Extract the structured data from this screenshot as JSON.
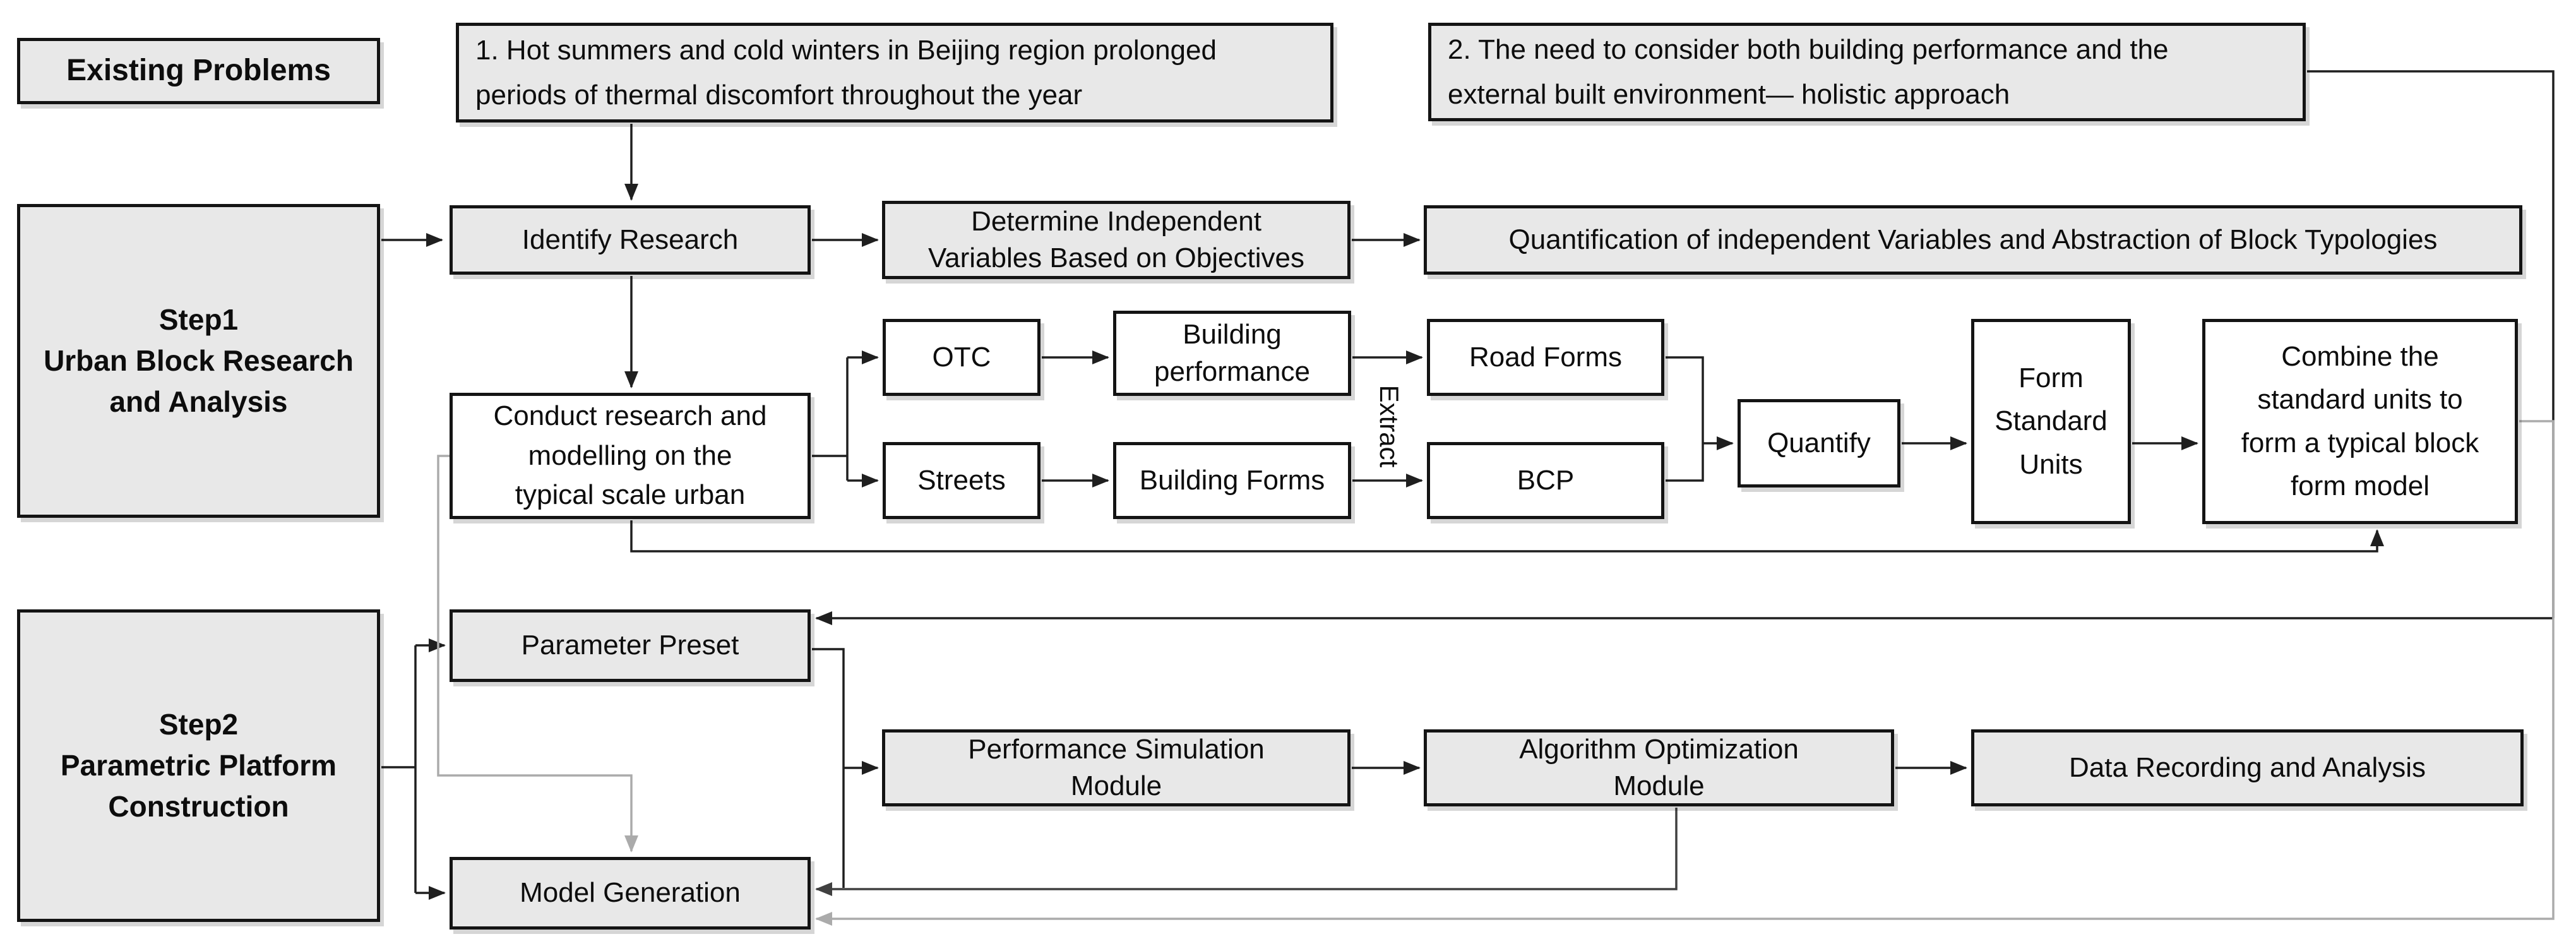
{
  "problems": {
    "existing_problems": "Existing Problems",
    "problem1_lines": [
      "1. Hot summers and cold winters in Beijing region prolonged",
      "periods of thermal discomfort throughout the year"
    ],
    "problem2_lines": [
      "2. The need to consider both building performance and the",
      "external built environment— holistic approach"
    ]
  },
  "step1": {
    "title_lines": [
      "Step1",
      "Urban Block Research",
      "and Analysis"
    ],
    "identify_research": "Identify Research",
    "determine_lines": [
      "Determine Independent",
      "Variables Based on Objectives"
    ],
    "quantification": "Quantification of independent Variables and Abstraction of Block Typologies",
    "conduct_lines": [
      "Conduct research and",
      "modelling on the",
      "typical scale urban"
    ],
    "otc": "OTC",
    "streets": "Streets",
    "building_performance_lines": [
      "Building",
      "performance"
    ],
    "building_forms": "Building Forms",
    "extract": "Extract",
    "road_forms": "Road Forms",
    "bcp": "BCP",
    "quantify": "Quantify",
    "form_standard_units_lines": [
      "Form",
      "Standard",
      "Units"
    ],
    "combine_lines": [
      "Combine the",
      "standard units to",
      "form a typical block",
      "form model"
    ]
  },
  "step2": {
    "title_lines": [
      "Step2",
      "Parametric Platform",
      "Construction"
    ],
    "parameter_preset": "Parameter Preset",
    "model_generation": "Model Generation",
    "performance_simulation_lines": [
      "Performance Simulation",
      "Module"
    ],
    "algorithm_optimization_lines": [
      "Algorithm Optimization",
      "Module"
    ],
    "data_recording": "Data Recording and Analysis"
  },
  "colors": {
    "box_fill_gray": "#e8e8e8",
    "box_fill_white": "#ffffff",
    "box_border": "#141414",
    "connector_black": "#1f1f1f",
    "connector_dark_gray": "#404040",
    "connector_light_gray": "#ababab"
  }
}
